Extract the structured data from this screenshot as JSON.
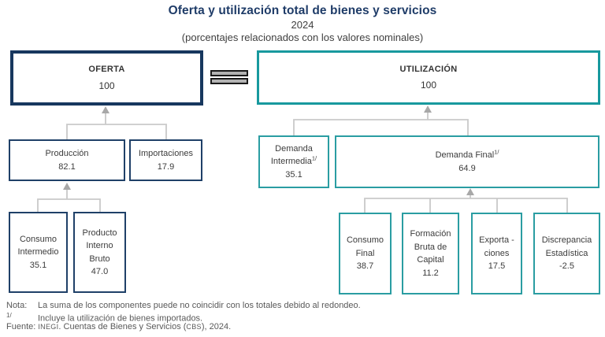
{
  "header": {
    "title": "Oferta y utilización total de bienes y servicios",
    "year": "2024",
    "parenthetical": "(porcentajes relacionados con los valores nominales)"
  },
  "supply": {
    "root": {
      "label": "OFERTA",
      "value": "100"
    },
    "production": {
      "label": "Producción",
      "value": "82.1"
    },
    "imports": {
      "label": "Importaciones",
      "value": "17.9"
    },
    "intermediate_consumption": {
      "lines": [
        "Consumo",
        "Intermedio"
      ],
      "value": "35.1"
    },
    "gdp": {
      "lines": [
        "Producto",
        "Interno",
        "Bruto"
      ],
      "value": "47.0"
    }
  },
  "use": {
    "root": {
      "label": "UTILIZACIÓN",
      "value": "100"
    },
    "intermediate_demand": {
      "lines": [
        "Demanda",
        "Intermedia"
      ],
      "sup": "1/",
      "value": "35.1"
    },
    "final_demand": {
      "label": "Demanda Final",
      "sup": "1/",
      "value": "64.9"
    },
    "final_consumption": {
      "lines": [
        "Consumo",
        "Final"
      ],
      "value": "38.7"
    },
    "gross_capital_formation": {
      "lines": [
        "Formación",
        "Bruta de",
        "Capital"
      ],
      "value": "11.2"
    },
    "exports": {
      "lines": [
        "Exporta -",
        "ciones"
      ],
      "value": "17.5"
    },
    "statistical_discrepancy": {
      "lines": [
        "Discrepancia",
        "Estadística"
      ],
      "value": "-2.5"
    }
  },
  "footnotes": {
    "note_label": "Nota:",
    "note_text": "La suma de los componentes puede no coincidir con los totales debido al redondeo.",
    "sup_label": "1/",
    "sup_text": "Incluye la utilización de bienes importados.",
    "source_label": "Fuente:",
    "source_inegi": "INEGI",
    "source_mid": ". Cuentas de Bienes y Servicios (",
    "source_cbs": "CBS",
    "source_end": "), 2024."
  },
  "colors": {
    "accent_navy": "#17375e",
    "accent_teal": "#18999e",
    "title_blue": "#1f3c68",
    "connector_gray": "#c9c9c9",
    "arrow_gray": "#a8a8a8",
    "equals_fill": "#b3b3b3",
    "note_gray": "#595959",
    "box_text": "#333333"
  }
}
